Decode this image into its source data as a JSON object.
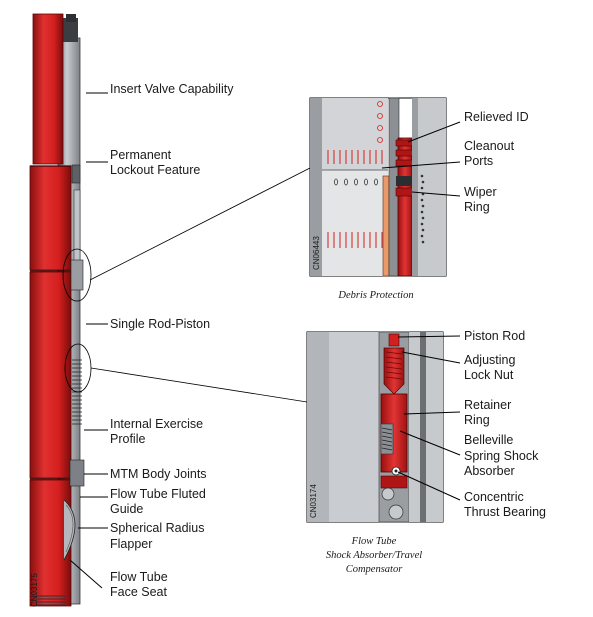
{
  "tool_labels": {
    "insert_valve": "Insert Valve Capability",
    "permanent_lockout_1": "Permanent",
    "permanent_lockout_2": "Lockout Feature",
    "single_rod_piston": "Single Rod-Piston",
    "internal_exercise_1": "Internal Exercise",
    "internal_exercise_2": "Profile",
    "mtm_body_joints": "MTM Body Joints",
    "flow_tube_fluted_1": "Flow Tube Fluted",
    "flow_tube_fluted_2": "Guide",
    "spherical_flapper_1": "Spherical Radius",
    "spherical_flapper_2": "Flapper",
    "face_seat_1": "Flow Tube",
    "face_seat_2": "Face Seat"
  },
  "detail_top": {
    "labels": {
      "relieved_id": "Relieved ID",
      "cleanout_1": "Cleanout",
      "cleanout_2": "Ports",
      "wiper_1": "Wiper",
      "wiper_2": "Ring"
    },
    "drawing_number": "CN06443",
    "caption": "Debris Protection"
  },
  "detail_bottom": {
    "labels": {
      "piston_rod": "Piston Rod",
      "adjusting_1": "Adjusting",
      "adjusting_2": "Lock Nut",
      "retainer_1": "Retainer",
      "retainer_2": "Ring",
      "belleville_1": "Belleville",
      "belleville_2": "Spring Shock",
      "belleville_3": "Absorber",
      "concentric_1": "Concentric",
      "concentric_2": "Thrust Bearing"
    },
    "drawing_number": "CN03174",
    "caption_1": "Flow Tube",
    "caption_2": "Shock Absorber/Travel",
    "caption_3": "Compensator"
  },
  "tool_drawing_number": "CN03175",
  "colors": {
    "red": "#d41f1f",
    "dark_red": "#8a0f0f",
    "grey": "#9a9ea3",
    "light_grey": "#d6d8da",
    "dark_grey": "#5d6166"
  }
}
